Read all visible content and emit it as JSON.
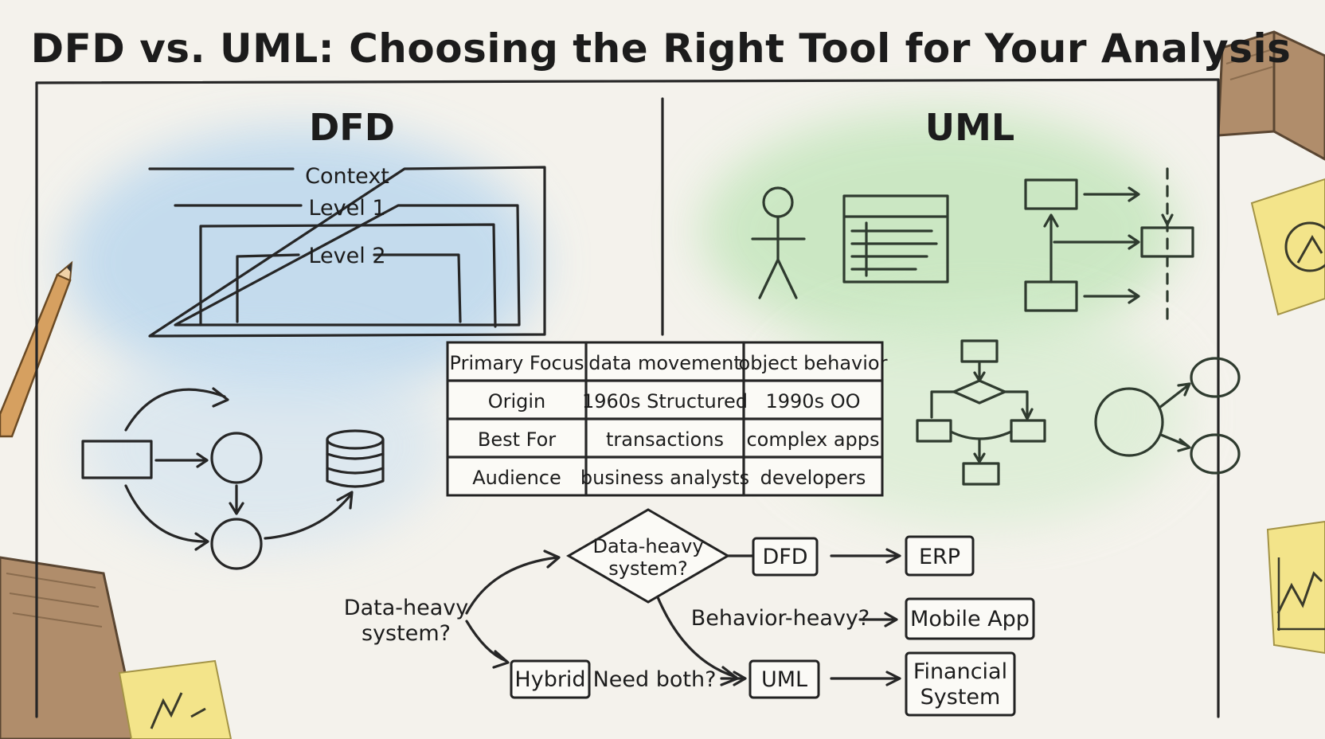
{
  "title": "DFD vs. UML: Choosing the Right Tool for Your Analysis",
  "dfd": {
    "heading": "DFD",
    "levels": [
      "Context",
      "Level 1",
      "Level 2"
    ]
  },
  "uml": {
    "heading": "UML"
  },
  "comparison": {
    "rows": [
      [
        "Primary Focus",
        "data movement",
        "object behavior"
      ],
      [
        "Origin",
        "1960s Structured",
        "1990s OO"
      ],
      [
        "Best For",
        "transactions",
        "complex apps"
      ],
      [
        "Audience",
        "business analysts",
        "developers"
      ]
    ]
  },
  "decision": {
    "start_line1": "Data-heavy",
    "start_line2": "system?",
    "diamond_line1": "Data-heavy",
    "diamond_line2": "system?",
    "dfd_box": "DFD",
    "uml_box": "UML",
    "hybrid_box": "Hybrid",
    "behavior_label": "Behavior-heavy?",
    "need_both_label": "Need both?",
    "erp": "ERP",
    "mobile_app": "Mobile App",
    "financial_line1": "Financial",
    "financial_line2": "System"
  },
  "colors": {
    "dfd_wash": "#bcd8ee",
    "uml_wash": "#c5e6bd",
    "paper": "#f4f2ec",
    "sticky": "#f3e48a",
    "book": "#b08d6b",
    "pencil": "#d6a060"
  }
}
